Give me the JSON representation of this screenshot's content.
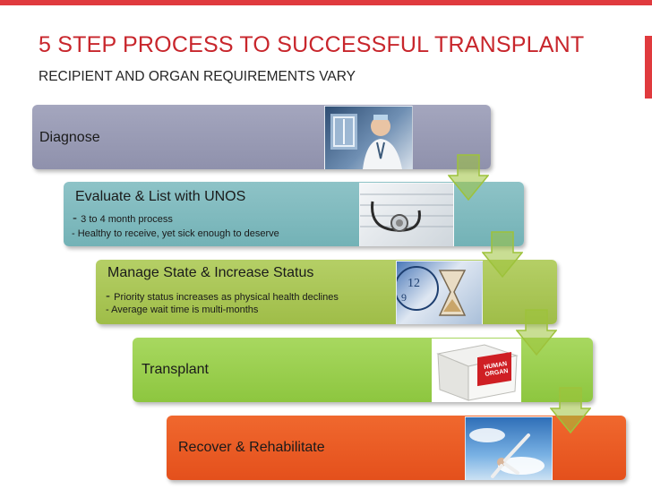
{
  "header": {
    "title": "5 STEP PROCESS TO SUCCESSFUL TRANSPLANT",
    "subtitle": "RECIPIENT AND ORGAN REQUIREMENTS VARY"
  },
  "steps": [
    {
      "label": "Diagnose",
      "details": [],
      "icon": "doctor-xray-photo"
    },
    {
      "label": "Evaluate & List with UNOS",
      "details": [
        "3 to 4 month process",
        "Healthy to receive, yet sick enough to deserve"
      ],
      "icon": "stethoscope-photo"
    },
    {
      "label": "Manage State & Increase Status",
      "details": [
        "Priority status increases as physical health declines",
        "Average wait time is multi-months"
      ],
      "icon": "clock-hourglass-photo"
    },
    {
      "label": "Transplant",
      "details": [],
      "icon": "organ-cooler-photo"
    },
    {
      "label": "Recover & Rehabilitate",
      "details": [],
      "icon": "sky-jump-photo"
    }
  ],
  "colors": {
    "title": "#c8262c",
    "accent": "#e03a3e",
    "step1": "#9a9cb6",
    "step2": "#7fb9bd",
    "step3": "#a9c652",
    "step4": "#94cb4a",
    "step5": "#ea5a24",
    "arrow": "#9dc23b"
  },
  "cooler_text": "HUMAN ORGAN"
}
